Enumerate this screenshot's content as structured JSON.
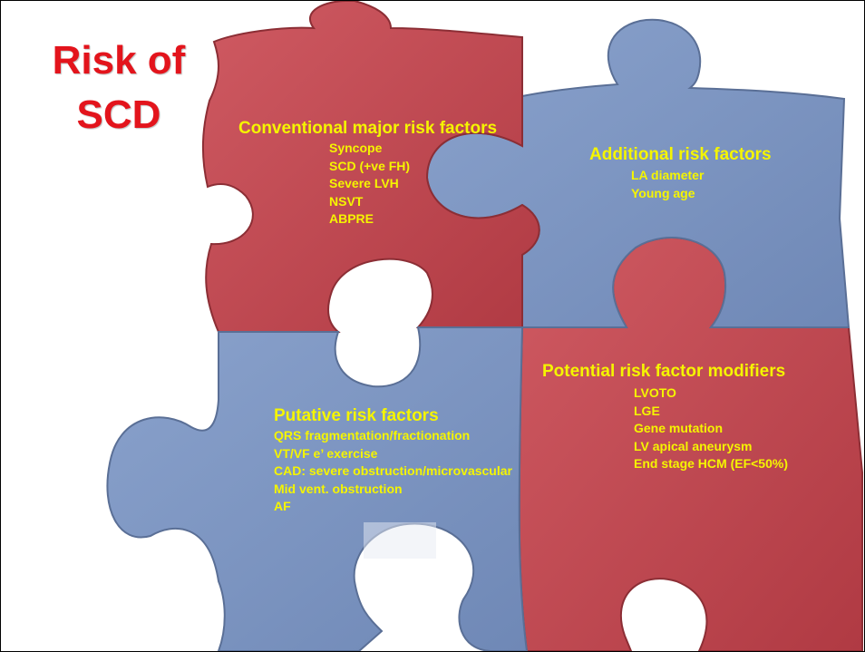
{
  "title": {
    "line1": "Risk of",
    "line2": "SCD"
  },
  "colors": {
    "red_piece": "#c1474f",
    "blue_piece": "#7d96c2",
    "text": "#f5f500",
    "title": "#e3141c"
  },
  "pieces": {
    "conventional": {
      "heading": "Conventional major risk factors",
      "items": [
        "Syncope",
        "SCD (+ve FH)",
        "Severe LVH",
        "NSVT",
        "ABPRE"
      ]
    },
    "additional": {
      "heading": "Additional risk factors",
      "items": [
        "LA diameter",
        "Young age"
      ]
    },
    "modifiers": {
      "heading": "Potential risk factor modifiers",
      "items": [
        "LVOTO",
        "LGE",
        "Gene mutation",
        "LV apical aneurysm",
        "End stage HCM (EF<50%)"
      ]
    },
    "putative": {
      "heading": "Putative risk factors",
      "items": [
        "QRS fragmentation/fractionation",
        "VT/VF e’ exercise",
        "CAD: severe obstruction/microvascular",
        "Mid vent. obstruction",
        "AF"
      ]
    }
  }
}
